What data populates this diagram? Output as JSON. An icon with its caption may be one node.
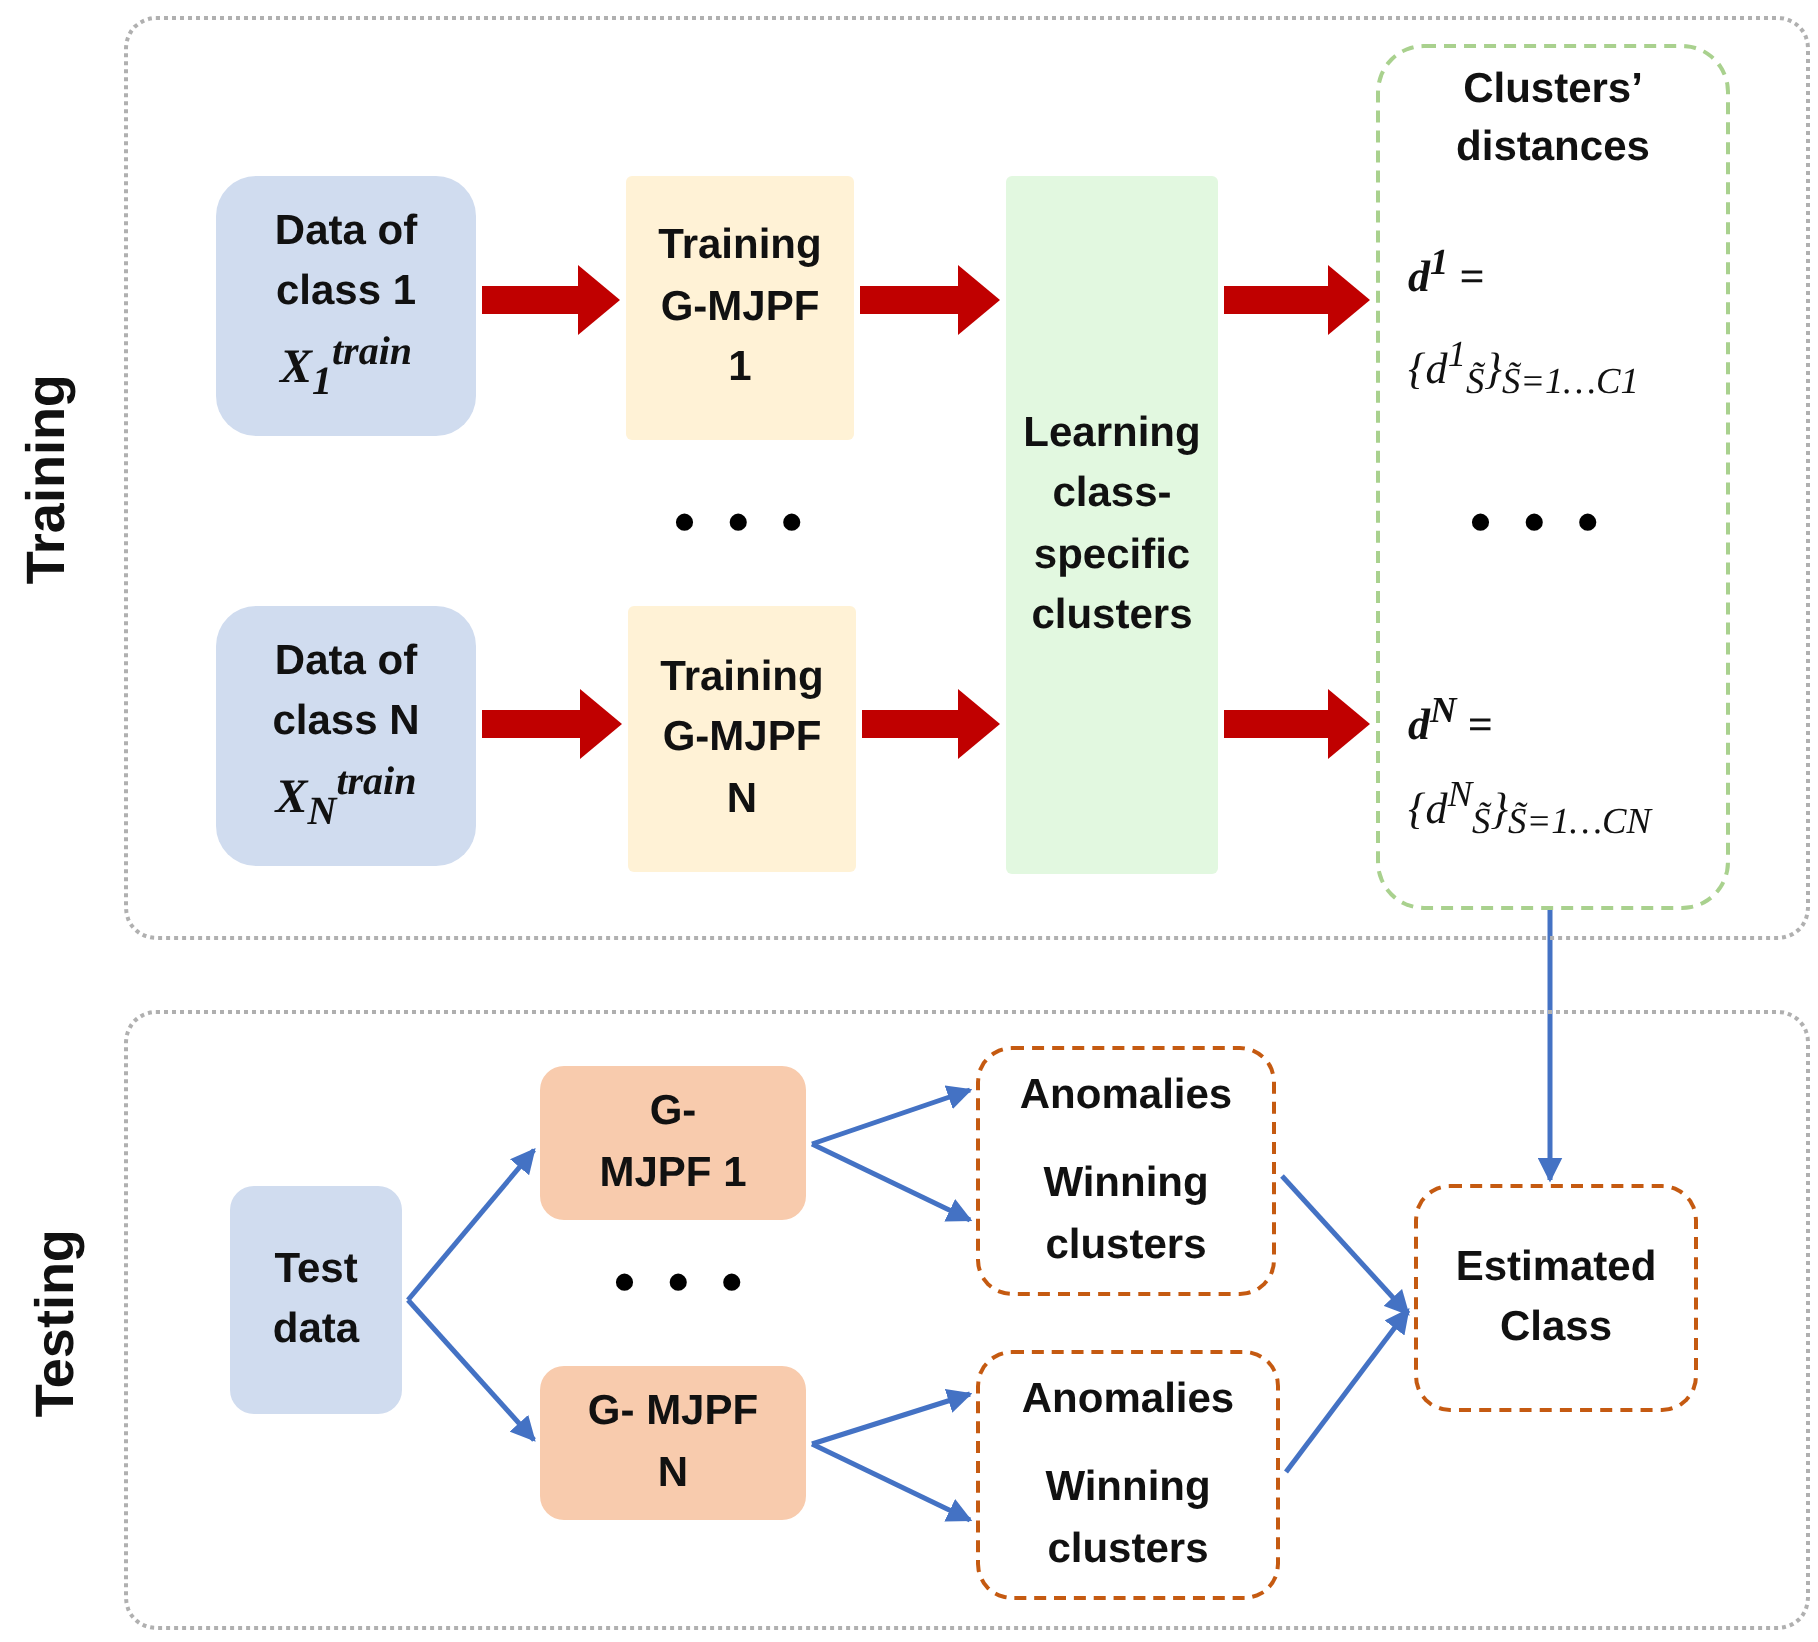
{
  "diagram": {
    "nodes": [
      {
        "text": [
          "Training"
        ]
      },
      {
        "text": [
          "Testing"
        ]
      },
      {
        "text": [
          "Data of class 1",
          "X$_{1}$$^{train}$"
        ],
        "in": 0
      },
      {
        "text": [
          "Data of class N",
          "X$_{N}$$^{train}$"
        ],
        "in": 0
      },
      {
        "text": [
          "Training G-MJPF 1"
        ],
        "in": 0
      },
      {
        "text": [
          "Training G-MJPF N"
        ],
        "in": 0
      },
      {
        "text": [
          "Learning class-specific clusters"
        ],
        "in": 0
      },
      {
        "text": [
          "Clusters’ distances",
          "**d**$^{1}$ =",
          "{d$^{1}$$_{S̃}$}$_{S̃=1…C}$$_{1}$",
          "**d**$^{N}$ =",
          "{d$^{N}$$_{S̃}$}$_{S̃=1…C}$$_{N}$"
        ],
        "in": 0
      },
      {
        "text": [
          "Test data"
        ],
        "in": 1
      },
      {
        "text": [
          "G- MJPF 1"
        ],
        "in": 1
      },
      {
        "text": [
          "G- MJPF N"
        ],
        "in": 1
      },
      {
        "text": [
          "Anomalies",
          "Winning clusters"
        ],
        "in": 1
      },
      {
        "text": [
          "Anomalies",
          "Winning clusters"
        ],
        "in": 1
      },
      {
        "text": [
          "Estimated Class"
        ],
        "in": 1
      }
    ],
    "edges": [
      {
        "from": 2,
        "to": 4,
        "arrow": "to",
        "style": "thick",
        "color": "#c00000"
      },
      {
        "from": 4,
        "to": 6,
        "arrow": "to",
        "style": "thick",
        "color": "#c00000"
      },
      {
        "from": 6,
        "to": 7,
        "arrow": "to",
        "style": "thick",
        "color": "#c00000"
      },
      {
        "from": 3,
        "to": 5,
        "arrow": "to",
        "style": "thick",
        "color": "#c00000"
      },
      {
        "from": 5,
        "to": 6,
        "arrow": "to",
        "style": "thick",
        "color": "#c00000"
      },
      {
        "from": 6,
        "to": 7,
        "arrow": "to",
        "style": "thick",
        "color": "#c00000"
      },
      {
        "from": 7,
        "to": 13,
        "arrow": "to"
      },
      {
        "from": 8,
        "to": 9,
        "arrow": "to"
      },
      {
        "from": 8,
        "to": 10,
        "arrow": "to"
      },
      {
        "from": 9,
        "to": 11,
        "arrow": "to"
      },
      {
        "from": 9,
        "to": 11,
        "arrow": "to"
      },
      {
        "from": 10,
        "to": 12,
        "arrow": "to"
      },
      {
        "from": 10,
        "to": 12,
        "arrow": "to"
      },
      {
        "from": 11,
        "to": 13,
        "arrow": "to"
      },
      {
        "from": 12,
        "to": 13,
        "arrow": "to"
      }
    ],
    "labels": [
      "• • •",
      "• • •",
      "• • •"
    ]
  }
}
